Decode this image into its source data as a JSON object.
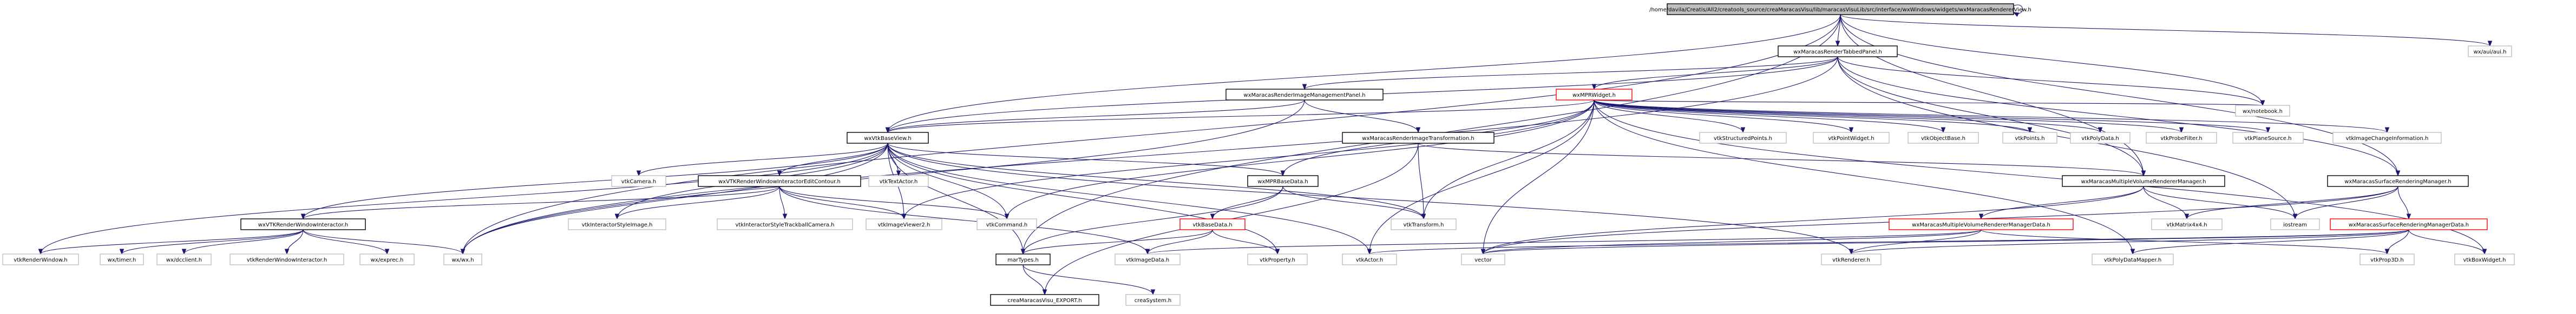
{
  "nodes": [
    {
      "id": "root",
      "label": "/home/davila/Creatis/All2/creatools_source/creaMaracasVisu/lib/maracasVisuLib/src/interface/wxWindows/widgets/wxMaracasRendererView.h",
      "style": "root"
    },
    {
      "id": "rtp",
      "label": "wxMaracasRenderTabbedPanel.h",
      "style": "boxed"
    },
    {
      "id": "wxaui",
      "label": "wx/aui/aui.h",
      "style": "plain"
    },
    {
      "id": "rimp",
      "label": "wxMaracasRenderImageManagementPanel.h",
      "style": "boxed"
    },
    {
      "id": "mpr",
      "label": "wxMPRWidget.h",
      "style": "red"
    },
    {
      "id": "vbv",
      "label": "wxVtkBaseView.h",
      "style": "boxed"
    },
    {
      "id": "rit",
      "label": "wxMaracasRenderImageTransformation.h",
      "style": "boxed"
    },
    {
      "id": "ssp",
      "label": "vtkStructuredPoints.h",
      "style": "plain"
    },
    {
      "id": "vpw",
      "label": "vtkPointWidget.h",
      "style": "plain"
    },
    {
      "id": "vob",
      "label": "vtkObjectBase.h",
      "style": "plain"
    },
    {
      "id": "vpts",
      "label": "vtkPoints.h",
      "style": "plain"
    },
    {
      "id": "vpd",
      "label": "vtkPolyData.h",
      "style": "plain"
    },
    {
      "id": "vprobe",
      "label": "vtkProbeFilter.h",
      "style": "plain"
    },
    {
      "id": "vplane",
      "label": "vtkPlaneSource.h",
      "style": "plain"
    },
    {
      "id": "vici",
      "label": "vtkImageChangeInformation.h",
      "style": "plain"
    },
    {
      "id": "wxnb",
      "label": "wx/notebook.h",
      "style": "plain"
    },
    {
      "id": "vcam",
      "label": "vtkCamera.h",
      "style": "plain"
    },
    {
      "id": "rwie",
      "label": "wxVTKRenderWindowInteractorEditContour.h",
      "style": "boxed"
    },
    {
      "id": "vta",
      "label": "vtkTextActor.h",
      "style": "plain"
    },
    {
      "id": "mbd",
      "label": "wxMPRBaseData.h",
      "style": "boxed"
    },
    {
      "id": "mvrm",
      "label": "wxMaracasMultipleVolumeRendererManager.h",
      "style": "boxed"
    },
    {
      "id": "srm",
      "label": "wxMaracasSurfaceRenderingManager.h",
      "style": "boxed"
    },
    {
      "id": "rwi",
      "label": "wxVTKRenderWindowInteractor.h",
      "style": "boxed"
    },
    {
      "id": "visi",
      "label": "vtkInteractorStyleImage.h",
      "style": "plain"
    },
    {
      "id": "vistb",
      "label": "vtkInteractorStyleTrackballCamera.h",
      "style": "plain"
    },
    {
      "id": "vcmd",
      "label": "vtkCommand.h",
      "style": "plain"
    },
    {
      "id": "viv2",
      "label": "vtkImageViewer2.h",
      "style": "plain"
    },
    {
      "id": "vbd",
      "label": "vtkBaseData.h",
      "style": "red"
    },
    {
      "id": "vtr",
      "label": "vtkTransform.h",
      "style": "plain"
    },
    {
      "id": "mvrmd",
      "label": "wxMaracasMultipleVolumeRendererManagerData.h",
      "style": "red"
    },
    {
      "id": "vm44",
      "label": "vtkMatrix4x4.h",
      "style": "plain"
    },
    {
      "id": "ios",
      "label": "iostream",
      "style": "plain"
    },
    {
      "id": "srmd",
      "label": "wxMaracasSurfaceRenderingManagerData.h",
      "style": "red"
    },
    {
      "id": "vrw",
      "label": "vtkRenderWindow.h",
      "style": "plain"
    },
    {
      "id": "wxtimer",
      "label": "wx/timer.h",
      "style": "plain"
    },
    {
      "id": "wxdc",
      "label": "wx/dcclient.h",
      "style": "plain"
    },
    {
      "id": "vrwi",
      "label": "vtkRenderWindowInteractor.h",
      "style": "plain"
    },
    {
      "id": "wxexpr",
      "label": "wx/exprec.h",
      "style": "plain"
    },
    {
      "id": "wxwx",
      "label": "wx/wx.h",
      "style": "plain"
    },
    {
      "id": "mt",
      "label": "marTypes.h",
      "style": "boxed"
    },
    {
      "id": "vid",
      "label": "vtkImageData.h",
      "style": "plain"
    },
    {
      "id": "vprop",
      "label": "vtkProperty.h",
      "style": "plain"
    },
    {
      "id": "vact",
      "label": "vtkActor.h",
      "style": "plain"
    },
    {
      "id": "vec",
      "label": "vector",
      "style": "plain"
    },
    {
      "id": "vren",
      "label": "vtkRenderer.h",
      "style": "plain"
    },
    {
      "id": "vpdm",
      "label": "vtkPolyDataMapper.h",
      "style": "plain"
    },
    {
      "id": "vp3d",
      "label": "vtkProp3D.h",
      "style": "plain"
    },
    {
      "id": "vbw",
      "label": "vtkBoxWidget.h",
      "style": "plain"
    },
    {
      "id": "cme",
      "label": "creaMaracasVisu_EXPORT.h",
      "style": "boxed"
    },
    {
      "id": "csys",
      "label": "creaSystem.h",
      "style": "plain"
    }
  ],
  "edges": [
    [
      "root",
      "root"
    ],
    [
      "root",
      "rtp"
    ],
    [
      "root",
      "wxaui"
    ],
    [
      "root",
      "vbv"
    ],
    [
      "root",
      "wxwx"
    ],
    [
      "root",
      "mt"
    ],
    [
      "root",
      "mvrm"
    ],
    [
      "root",
      "srm"
    ],
    [
      "root",
      "wxnb"
    ],
    [
      "rtp",
      "rimp"
    ],
    [
      "rtp",
      "mpr"
    ],
    [
      "rtp",
      "wxnb"
    ],
    [
      "rtp",
      "mvrm"
    ],
    [
      "rtp",
      "srm"
    ],
    [
      "rtp",
      "wxwx"
    ],
    [
      "rtp",
      "vbv"
    ],
    [
      "rtp",
      "ios"
    ],
    [
      "rimp",
      "wxwx"
    ],
    [
      "rimp",
      "rit"
    ],
    [
      "rimp",
      "vbv"
    ],
    [
      "mpr",
      "vbv"
    ],
    [
      "mpr",
      "ssp"
    ],
    [
      "mpr",
      "vpw"
    ],
    [
      "mpr",
      "vob"
    ],
    [
      "mpr",
      "vpts"
    ],
    [
      "mpr",
      "vpd"
    ],
    [
      "mpr",
      "vprobe"
    ],
    [
      "mpr",
      "vplane"
    ],
    [
      "mpr",
      "vici"
    ],
    [
      "mpr",
      "wxnb"
    ],
    [
      "mpr",
      "mbd"
    ],
    [
      "mpr",
      "vtr"
    ],
    [
      "mpr",
      "vcmd"
    ],
    [
      "mpr",
      "viv2"
    ],
    [
      "mpr",
      "vec"
    ],
    [
      "mpr",
      "vpdm"
    ],
    [
      "mpr",
      "vact"
    ],
    [
      "mpr",
      "vbw"
    ],
    [
      "vbv",
      "vcam"
    ],
    [
      "vbv",
      "rwie"
    ],
    [
      "vbv",
      "vta"
    ],
    [
      "vbv",
      "mbd"
    ],
    [
      "vbv",
      "rwi"
    ],
    [
      "vbv",
      "visi"
    ],
    [
      "vbv",
      "vcmd"
    ],
    [
      "vbv",
      "viv2"
    ],
    [
      "vbv",
      "mt"
    ],
    [
      "vbv",
      "vprop"
    ],
    [
      "vbv",
      "vact"
    ],
    [
      "vbv",
      "vren"
    ],
    [
      "vbv",
      "wxwx"
    ],
    [
      "vbv",
      "vrw"
    ],
    [
      "vbv",
      "vtr"
    ],
    [
      "rit",
      "mvrm"
    ],
    [
      "rit",
      "vtr"
    ],
    [
      "rit",
      "cme"
    ],
    [
      "rwie",
      "rwi"
    ],
    [
      "rwie",
      "visi"
    ],
    [
      "rwie",
      "vistb"
    ],
    [
      "rwie",
      "vcmd"
    ],
    [
      "rwie",
      "viv2"
    ],
    [
      "rwie",
      "vid"
    ],
    [
      "mbd",
      "vbd"
    ],
    [
      "mbd",
      "vtr"
    ],
    [
      "mbd",
      "mt"
    ],
    [
      "vbd",
      "mt"
    ],
    [
      "vbd",
      "vid"
    ],
    [
      "vbd",
      "vprop"
    ],
    [
      "mvrm",
      "mvrmd"
    ],
    [
      "mvrm",
      "vm44"
    ],
    [
      "mvrm",
      "ios"
    ],
    [
      "mvrm",
      "vec"
    ],
    [
      "srm",
      "srmd"
    ],
    [
      "srm",
      "vm44"
    ],
    [
      "srm",
      "ios"
    ],
    [
      "srm",
      "vec"
    ],
    [
      "mvrmd",
      "vren"
    ],
    [
      "mvrmd",
      "vec"
    ],
    [
      "mvrmd",
      "vp3d"
    ],
    [
      "mvrmd",
      "vid"
    ],
    [
      "srmd",
      "vren"
    ],
    [
      "srmd",
      "vact"
    ],
    [
      "srmd",
      "vpdm"
    ],
    [
      "srmd",
      "vp3d"
    ],
    [
      "srmd",
      "vbw"
    ],
    [
      "srmd",
      "vec"
    ],
    [
      "rwi",
      "vrw"
    ],
    [
      "rwi",
      "wxtimer"
    ],
    [
      "rwi",
      "wxdc"
    ],
    [
      "rwi",
      "vrwi"
    ],
    [
      "rwi",
      "wxexpr"
    ],
    [
      "rwi",
      "wxwx"
    ],
    [
      "mt",
      "cme"
    ],
    [
      "mt",
      "csys"
    ]
  ]
}
